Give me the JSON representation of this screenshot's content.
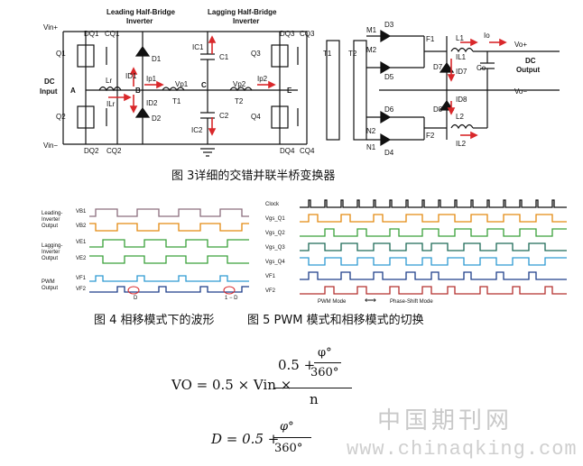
{
  "figure3": {
    "caption": "图 3详细的交错并联半桥变换器",
    "labels": {
      "leading": "Leading Half-Bridge",
      "leading2": "Inverter",
      "lagging": "Lagging Half-Bridge",
      "lagging2": "Inverter",
      "vin_plus": "Vin+",
      "vin_minus": "Vin−",
      "dc_input": "DC",
      "dc_input2": "Input",
      "q1": "Q1",
      "q2": "Q2",
      "q3": "Q3",
      "q4": "Q4",
      "dq1": "DQ1",
      "cq1": "CQ1",
      "dq2": "DQ2",
      "cq2": "CQ2",
      "dq3": "DQ3",
      "cq3": "CQ3",
      "dq4": "DQ4",
      "cq4": "CQ4",
      "d1": "D1",
      "d2": "D2",
      "id1": "ID1",
      "id2": "ID2",
      "ip1": "Ip1",
      "ip2": "Ip2",
      "ilr": "ILr",
      "lr": "Lr",
      "node_a": "A",
      "node_b": "B",
      "node_c": "C",
      "node_e": "E",
      "vp1": "Vp1",
      "vp2": "Vp2",
      "t1": "T1",
      "t2": "T2",
      "c1": "C1",
      "c2": "C2",
      "ic1": "IC1",
      "ic2": "IC2",
      "t1r": "T1",
      "t2r": "T2",
      "m1": "M1",
      "m2": "M2",
      "n1": "N1",
      "n2": "N2",
      "d3": "D3",
      "d4": "D4",
      "d5": "D5",
      "d6": "D6",
      "d7": "D7",
      "d8": "D8",
      "f1": "F1",
      "f2": "F2",
      "l1": "L1",
      "l2": "L2",
      "il1": "IL1",
      "il2": "IL2",
      "id7": "ID7",
      "id8": "ID8",
      "io": "Io",
      "co": "Co",
      "vo_plus": "Vo+",
      "vo_minus": "Vo−",
      "dc_output": "DC",
      "dc_output2": "Output"
    }
  },
  "figure4": {
    "caption": "图 4 相移模式下的波形",
    "group1": "Leading-",
    "group1b": "Inverter",
    "group1c": "Output",
    "group2": "Lagging-",
    "group2b": "Inverter",
    "group2c": "Output",
    "group3": "PWM",
    "group3b": "Output",
    "signals": [
      "VB1",
      "VB2",
      "VE1",
      "VE2",
      "VF1",
      "VF2"
    ],
    "d_label": "D",
    "one_minus_d": "1 − D"
  },
  "figure5": {
    "caption": "图 5 PWM 模式和相移模式的切换",
    "signals": [
      "Clock",
      "Vgs_Q1",
      "Vgs_Q2",
      "Vgs_Q3",
      "Vgs_Q4",
      "VF1",
      "VF2"
    ],
    "pwm_mode": "PWM Mode",
    "arrow": "⟷",
    "phase_shift_mode": "Phase-Shift Mode",
    "colors": {
      "q1": "#e38a12",
      "q2": "#3aa13a",
      "q3": "#1d6b57",
      "q4": "#2e9ad2",
      "f1": "#1e3f8a",
      "f2": "#b5312f"
    }
  },
  "equations": {
    "vo_lhs": "VO = 0.5 × Vin ×",
    "vo_num": "0.5 +",
    "phi": "φ°",
    "deg360": "360°",
    "n": "n",
    "d_lhs": "D = 0.5 +",
    "d_phi": "φ°",
    "d_360": "360°"
  },
  "watermark": {
    "cn": "中国期刊网",
    "url": "www.chinaqking.com"
  }
}
